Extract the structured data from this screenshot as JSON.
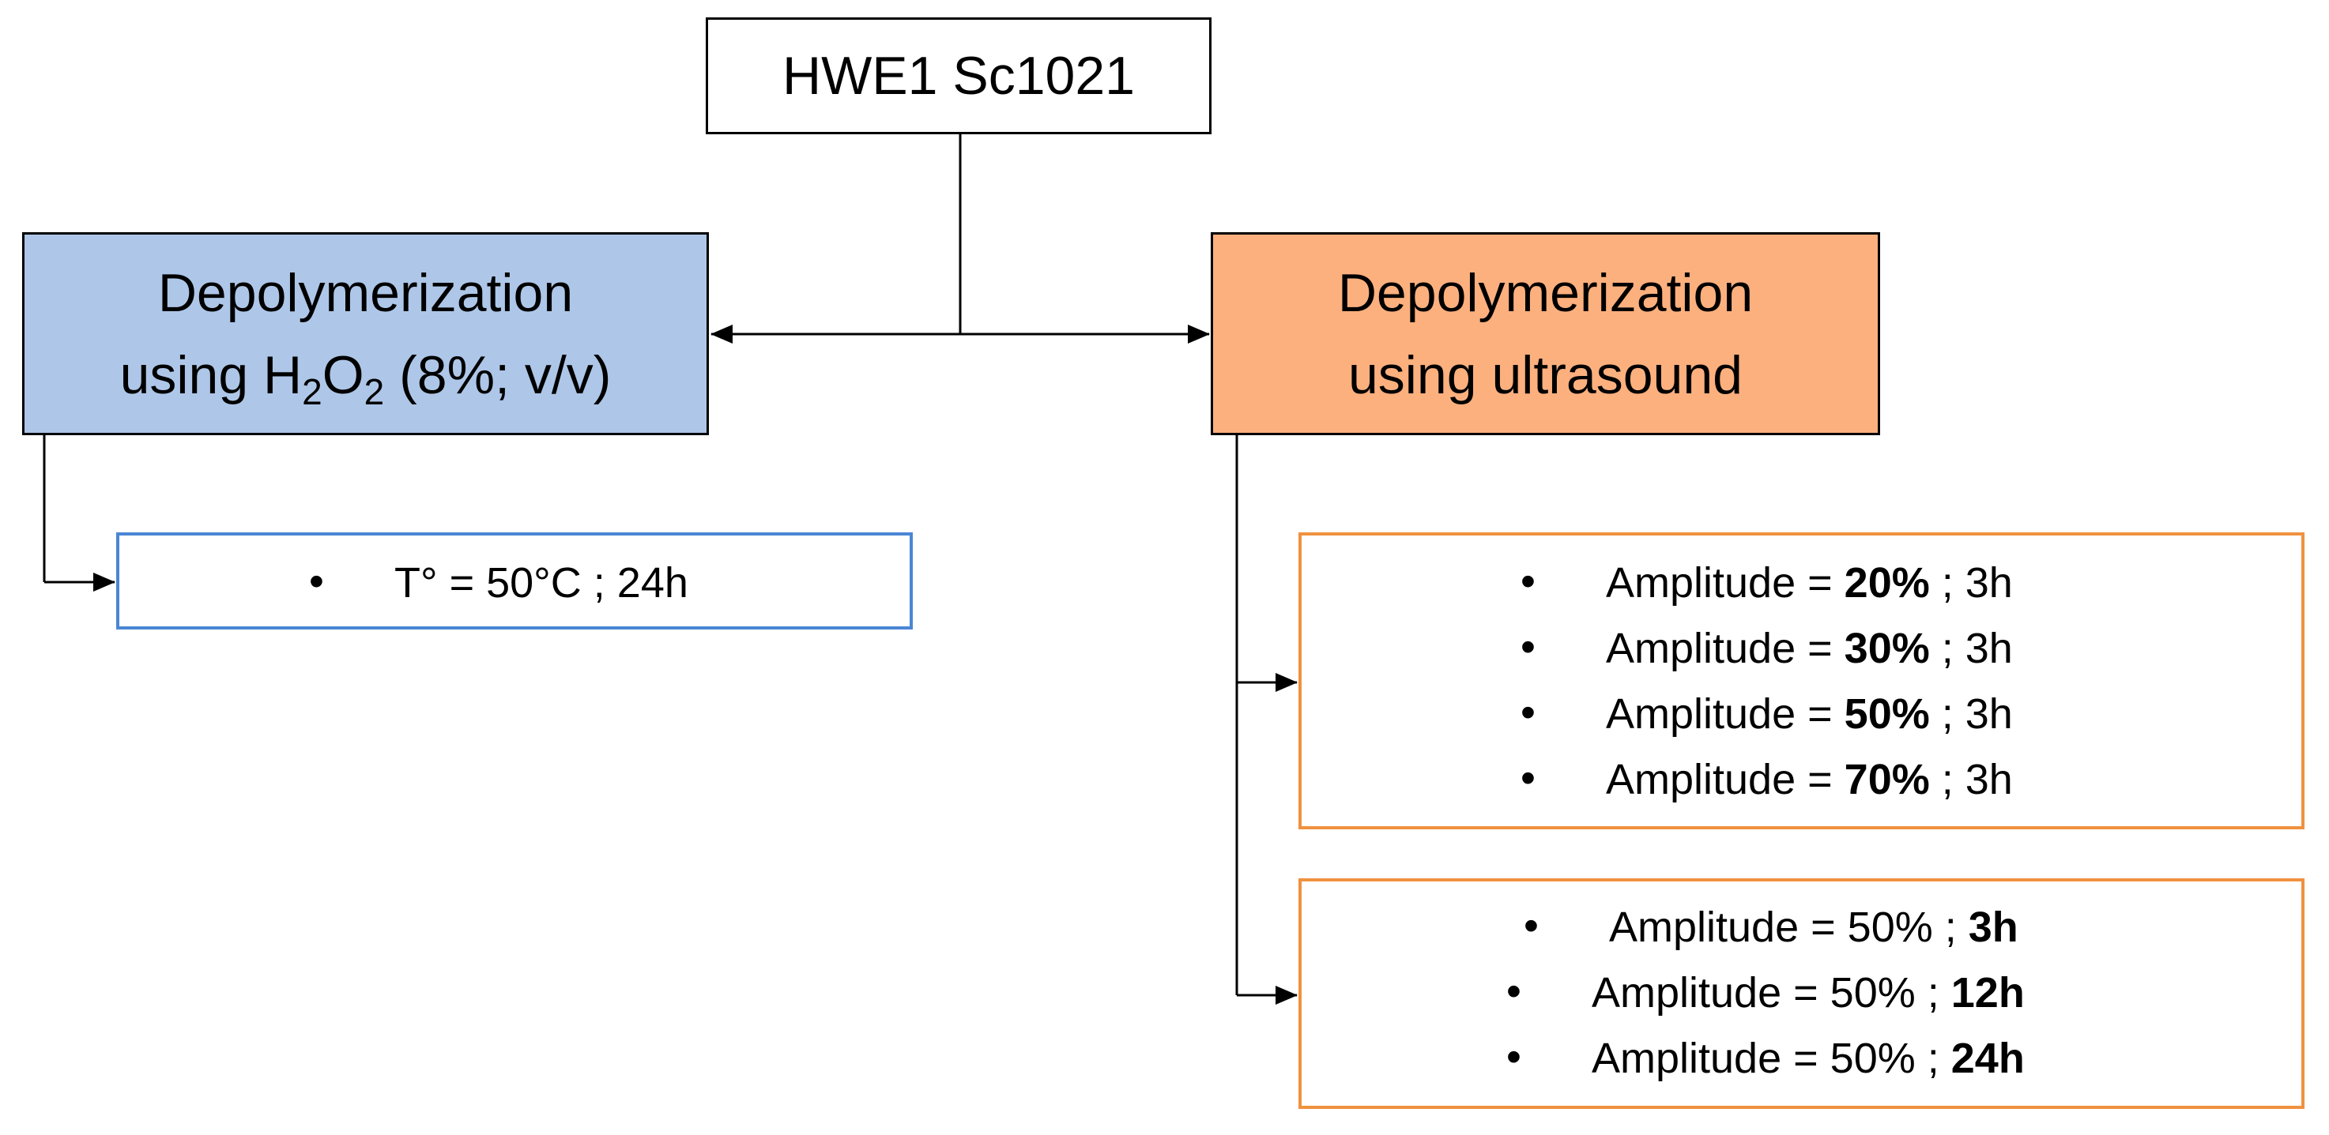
{
  "root": {
    "label": "HWE1 Sc1021"
  },
  "left_branch": {
    "title_line1": "Depolymerization",
    "title_line2_prefix": "using H",
    "sub1": "2",
    "mid": "O",
    "sub2": "2",
    "title_line2_suffix": " (8%; v/v)",
    "color": "#aec7e8",
    "condition": {
      "bullet": "•",
      "text": "T° = 50°C ; 24h"
    }
  },
  "right_branch": {
    "title_line1": "Depolymerization",
    "title_line2": "using ultrasound",
    "color": "#fcb07e",
    "amplitude_group": [
      {
        "bullet": "•",
        "prefix": "Amplitude = ",
        "bold": "20%",
        "suffix": " ; 3h"
      },
      {
        "bullet": "•",
        "prefix": "Amplitude = ",
        "bold": "30%",
        "suffix": " ; 3h"
      },
      {
        "bullet": "•",
        "prefix": "Amplitude = ",
        "bold": "50%",
        "suffix": " ; 3h"
      },
      {
        "bullet": "•",
        "prefix": "Amplitude = ",
        "bold": "70%",
        "suffix": " ; 3h"
      }
    ],
    "time_group": [
      {
        "bullet": "•",
        "prefix": "Amplitude = 50% ; ",
        "bold": "3h",
        "suffix": ""
      },
      {
        "bullet": "•",
        "prefix": "Amplitude = 50% ; ",
        "bold": "12h",
        "suffix": ""
      },
      {
        "bullet": "•",
        "prefix": "Amplitude = 50% ; ",
        "bold": "24h",
        "suffix": ""
      }
    ]
  },
  "colors": {
    "line": "#000000",
    "left_border": "#4a86d4",
    "right_border": "#f0913f"
  }
}
